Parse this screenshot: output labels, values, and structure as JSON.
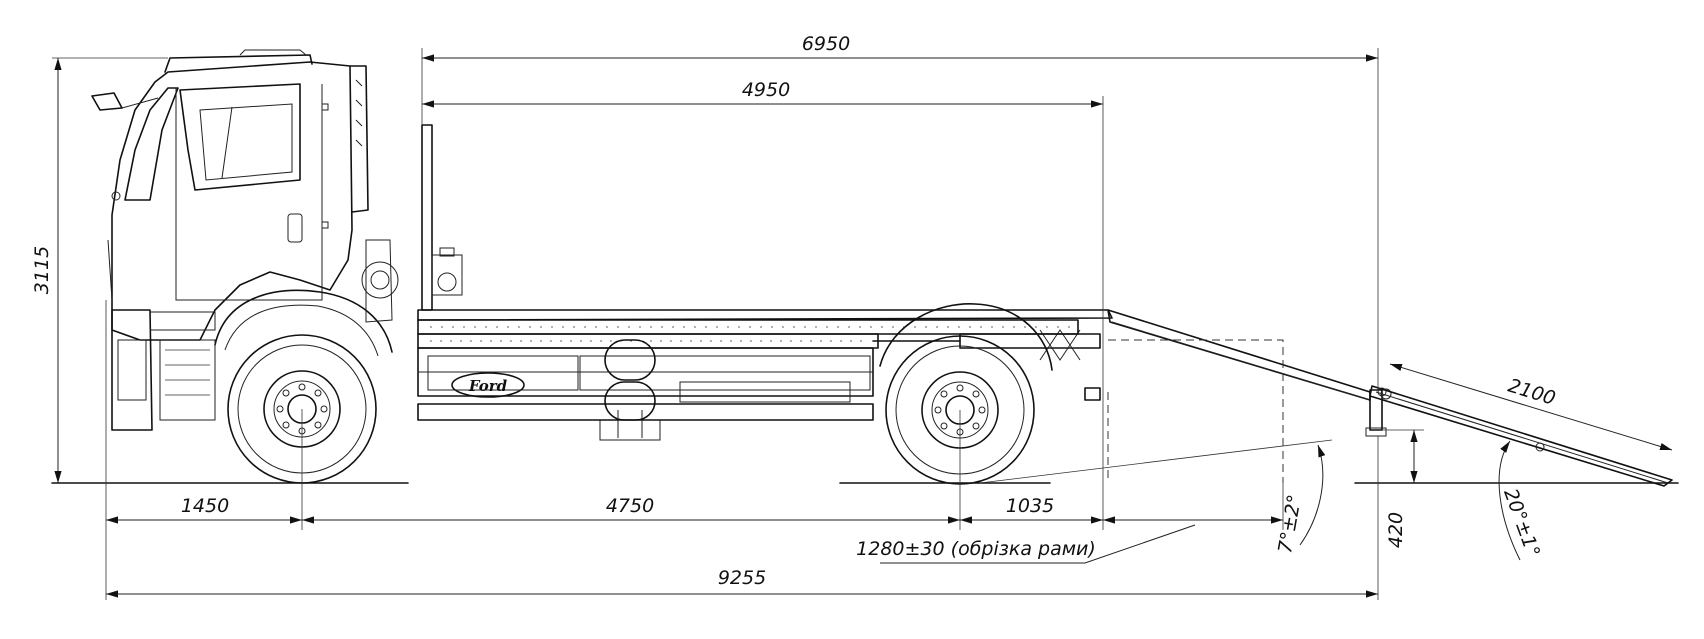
{
  "drawing": {
    "dimensions": {
      "overall_deck_length": "6950",
      "flat_deck_length": "4950",
      "overall_height": "3115",
      "front_overhang": "1450",
      "wheelbase": "4750",
      "rear_overhang_to_tilt": "1035",
      "frame_cut": "1280±30 (обрізка рами)",
      "overall_length": "9255",
      "ramp_length": "2100",
      "deck_tilt_angle": "7°±2°",
      "ramp_height": "420",
      "ramp_angle": "20°±1°"
    },
    "logo_text": "Ford"
  }
}
